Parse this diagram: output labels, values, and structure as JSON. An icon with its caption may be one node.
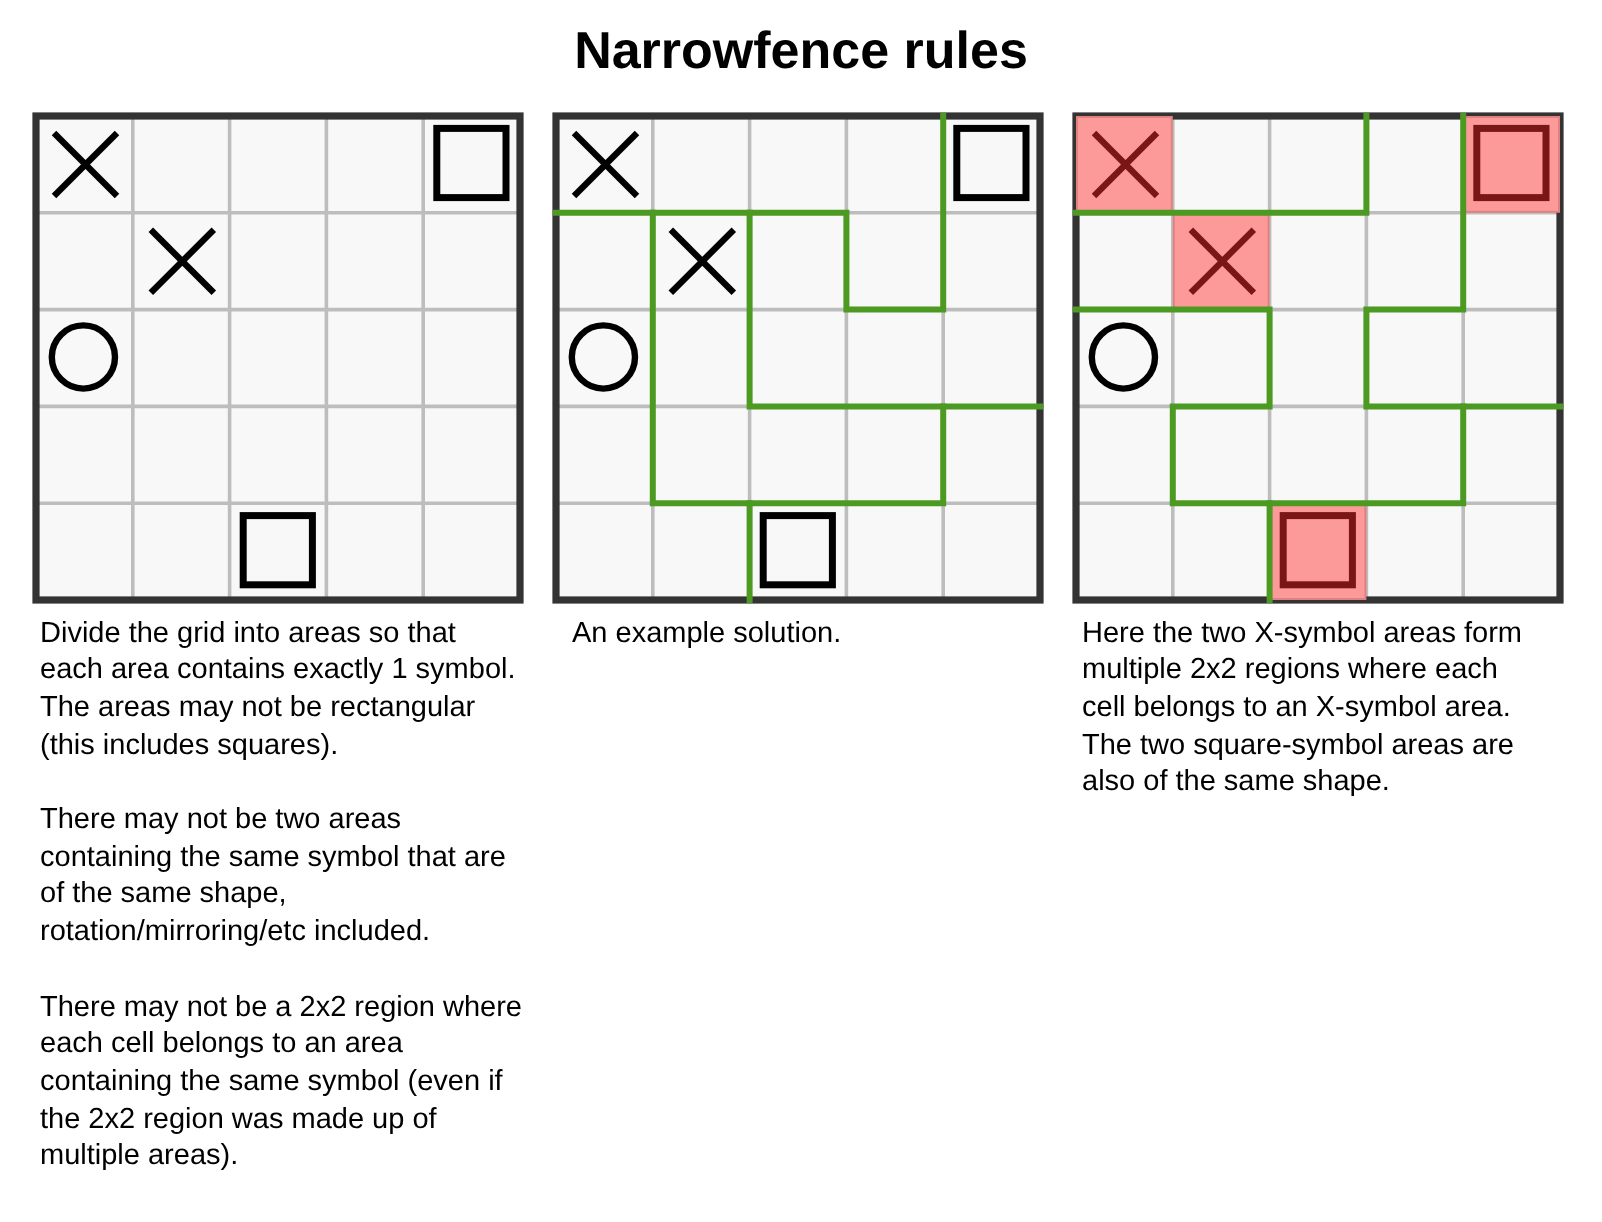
{
  "diagram": {
    "title": "Narrowfence rules",
    "labels": [
      "Divide the grid into areas so that each area contains exactly 1 symbol. The areas may not be rectangular (this includes squares).",
      "There may not be two areas containing the same symbol that are of the same shape, rotation/mirroring/etc included.",
      "There may not be a 2x2 region where each cell belongs to an area containing the same symbol (even if the 2x2 region was made up of multiple areas).",
      "An example solution.",
      "Here the two X-symbol areas form multiple 2x2 regions where each cell belongs to an X-symbol area. The two square-symbol areas are also of the same shape."
    ]
  }
}
